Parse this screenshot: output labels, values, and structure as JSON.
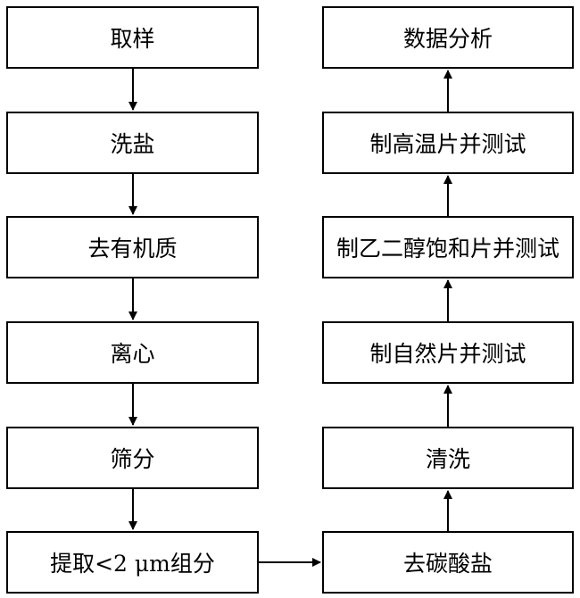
{
  "diagram": {
    "left_steps": [
      "取样",
      "洗盐",
      "去有机质",
      "离心",
      "筛分",
      "提取<2 μm组分"
    ],
    "right_steps": [
      "数据分析",
      "制高温片并测试",
      "制乙二醇饱和片并测试",
      "制自然片并测试",
      "清洗",
      "去碳酸盐"
    ]
  }
}
